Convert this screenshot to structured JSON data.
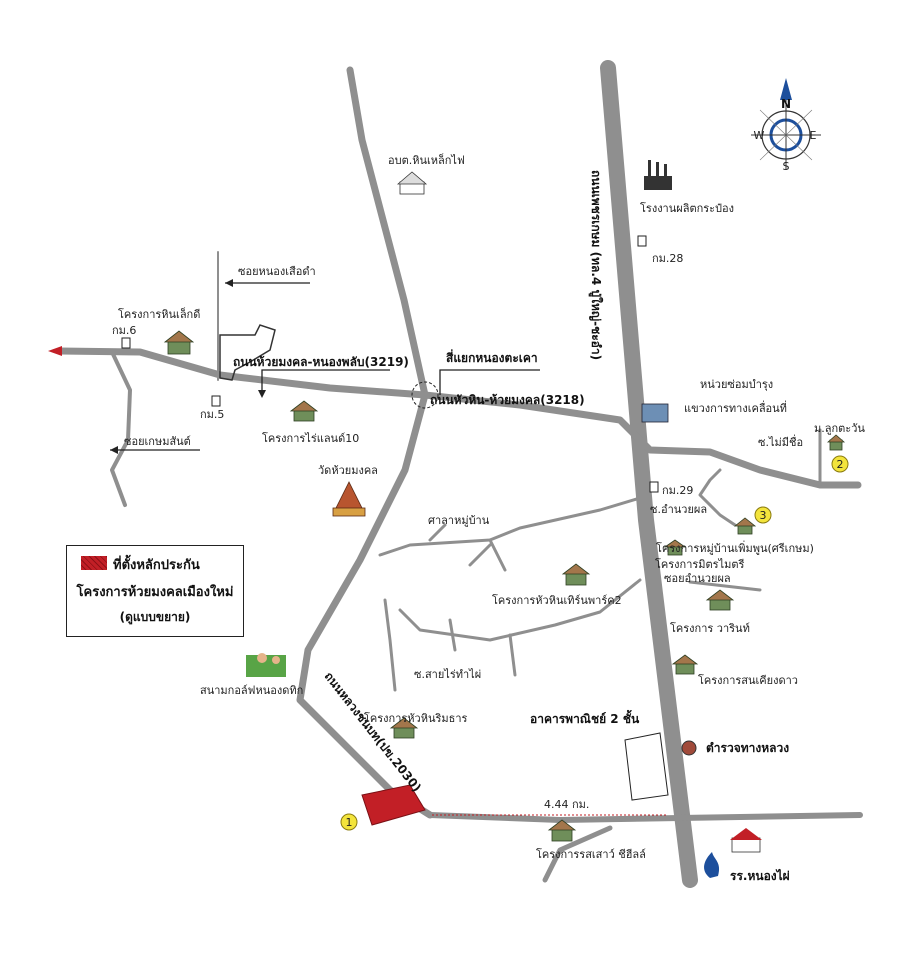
{
  "map": {
    "places": {
      "sakhon_fire": "อบต.หินเหล็กไฟ",
      "can_factory": "โรงงานผลิตกระป๋อง",
      "km28": "กม.28",
      "soi_nong_suea": "ซอยหนองเสือดำ",
      "hin_lek_project": "โครงการหินเล็กดี",
      "km6": "กม.6",
      "road_3219": "ถนนห้วยมงคล-หนองพลับ(3219)",
      "junction": "สี่แยกหนองตะเคา",
      "road_3218": "ถนนหัวหิน-ห้วยมงคล(3218)",
      "km5": "กม.5",
      "rai_land": "โครงการไร่แลนด์10",
      "soi_kasemsan": "ซอยเกษมสันต์",
      "highway_office": "หน่วยซ่อมบำรุง",
      "highway_office2": "แขวงการทางเคลื่อนที่",
      "mu_kratan": "ม.ลูกตะวัน",
      "soi_mai_mi_chue": "ซ.ไม่มีชื่อ",
      "wat": "วัดห้วยมงคล",
      "km29": "กม.29",
      "sala": "ศาลาหมู่บ้าน",
      "soi_amnuay": "ซ.อำนวยผล",
      "khunphoem": "โครงการหมู่บ้านเพิ่มพูน(ศรีเกษม)",
      "mitrathai": "โครงการมิตรไมตรี",
      "soi_amnuaypol2": "ซอยอำนวยผล",
      "hinthirinpark": "โครงการหัวหินเทิร์นพาร์ค2",
      "warin": "โครงการ วารินท์",
      "soi_sai_rai": "ซ.สายไร่ทำไผ่",
      "soi_sai_ngam": "โครงการสนเคียงดาว",
      "golf": "สนามกอล์ฟหนองดทิก",
      "highway_vert": "ถนนเพชรเกษม (ทล.4 ปู่ใหญ่-ชะอำ)",
      "hinrimthan": "โครงการหัวหินริมธาร",
      "road_2030": "ถนนหลวงชนบท(ปข.2030)",
      "shophouse": "อาคารพาณิชย์ 2 ชั้น",
      "police": "ตำรวจทางหลวง",
      "distance": "4.44 กม.",
      "saensuk": "โครงการรสเสาว์ ชีฮีลล์",
      "school": "รร.หนองไผ่"
    },
    "markers": [
      "1",
      "2",
      "3"
    ],
    "compass": {
      "n": "N",
      "s": "S",
      "e": "E",
      "w": "W"
    },
    "colors": {
      "road": "#8f8f8f",
      "site": "#c21f26",
      "marker": "#f3e43c",
      "compass_blue": "#1d4f9c"
    }
  },
  "legend": {
    "line1": "ที่ตั้งหลักประกัน",
    "line2": "โครงการห้วยมงคลเมืองใหม่",
    "line3": "(ดูแบบขยาย)"
  }
}
